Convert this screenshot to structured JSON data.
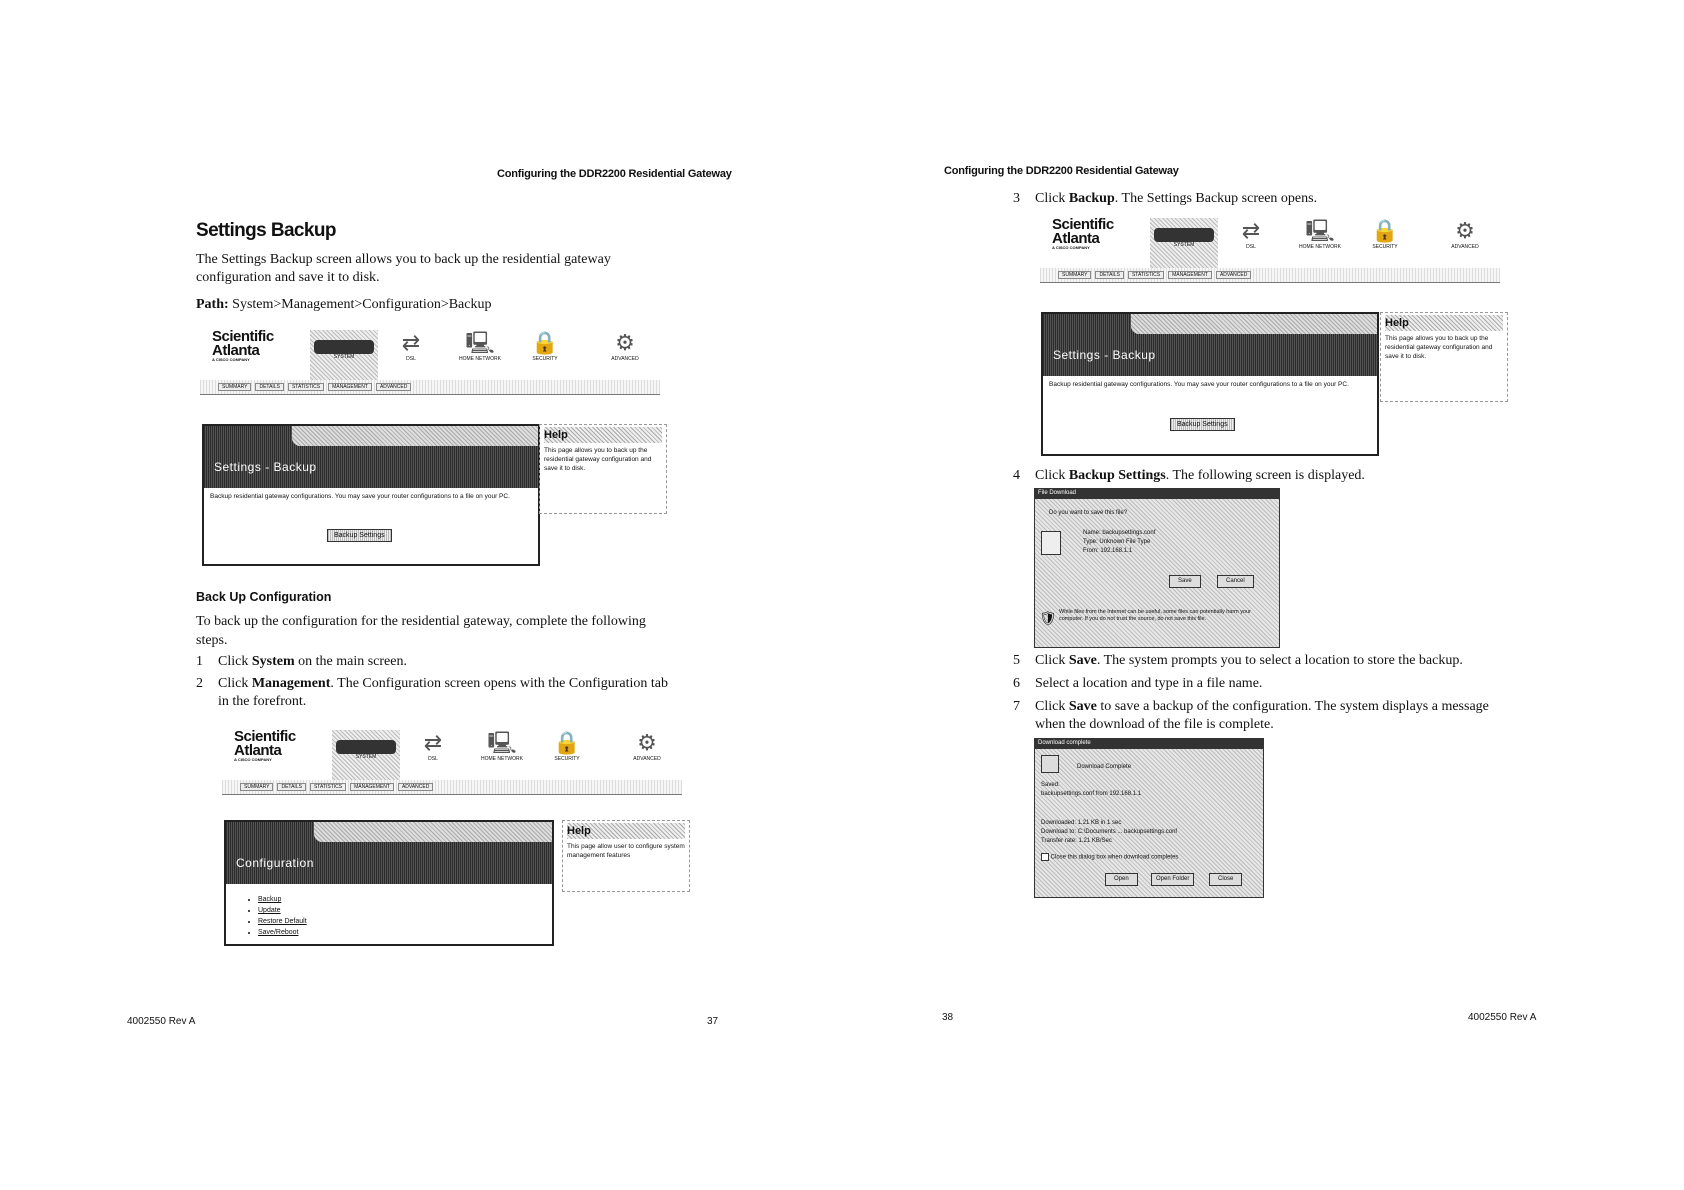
{
  "left_page": {
    "header": "Configuring the DDR2200 Residential Gateway",
    "title": "Settings Backup",
    "intro_line1": "The Settings Backup screen allows you to back up the residential gateway",
    "intro_line2": "configuration and save it to disk.",
    "path_label": "Path:",
    "path_value": "System>Management>Configuration>Backup",
    "subhead": "Back Up Configuration",
    "para_line1": "To back up the configuration for the residential gateway, complete the following",
    "para_line2": "steps.",
    "steps": [
      {
        "num": "1",
        "pre": "Click ",
        "bold": "System",
        "post": " on the main screen.",
        "post2": ""
      },
      {
        "num": "2",
        "pre": "Click ",
        "bold": "Management",
        "post": ". The Configuration screen opens with the Configuration tab",
        "post2": "in the forefront."
      }
    ],
    "footer_left": "4002550 Rev A",
    "footer_page": "37"
  },
  "right_page": {
    "header": "Configuring the DDR2200 Residential Gateway",
    "steps": [
      {
        "num": "3",
        "pre": "Click ",
        "bold": "Backup",
        "post": ". The Settings Backup screen opens.",
        "post2": ""
      },
      {
        "num": "4",
        "pre": "Click ",
        "bold": "Backup Settings",
        "post": ". The following screen is displayed.",
        "post2": ""
      },
      {
        "num": "5",
        "pre": "Click ",
        "bold": "Save",
        "post": ". The system prompts you to select a location to store the backup.",
        "post2": ""
      },
      {
        "num": "6",
        "pre": "Select a location and type in a file name.",
        "bold": "",
        "post": "",
        "post2": ""
      },
      {
        "num": "7",
        "pre": "Click ",
        "bold": "Save",
        "post": " to save a backup of the configuration. The system displays a message",
        "post2": "when the download of the file is complete."
      }
    ],
    "footer_page": "38",
    "footer_right": "4002550 Rev A"
  },
  "ui": {
    "logo_line1": "Scientific",
    "logo_line2": "Atlanta",
    "logo_tag": "A CISCO COMPANY",
    "nav": [
      "SYSTEM",
      "DSL",
      "HOME NETWORK",
      "SECURITY",
      "ADVANCED"
    ],
    "subtabs": [
      "SUMMARY",
      "DETAILS",
      "STATISTICS",
      "MANAGEMENT",
      "ADVANCED"
    ],
    "backup_panel_title": "Settings - Backup",
    "backup_panel_text": "Backup residential gateway configurations. You may save your router configurations to a file on your PC.",
    "backup_button": "Backup Settings",
    "help_label": "Help",
    "backup_help": "This page allows you to back up the residential gateway configuration and save it to disk.",
    "config_panel_title": "Configuration",
    "config_items": [
      "Backup",
      "Update",
      "Restore Default",
      "Save/Reboot"
    ],
    "config_help": "This page allow user to configure system management features",
    "file_download_title": "File Download",
    "file_download_q": "Do you want to save this file?",
    "file_name_label": "Name:",
    "file_name": "backupsettings.conf",
    "file_type_label": "Type:",
    "file_type": "Unknown File Type",
    "file_from_label": "From:",
    "file_from": "192.168.1.1",
    "save_btn": "Save",
    "cancel_btn": "Cancel",
    "warn_text": "While files from the Internet can be useful, some files can potentially harm your computer. If you do not trust the source, do not save this file.",
    "dl_complete_title": "Download complete",
    "dl_complete_head": "Download Complete",
    "saved_label": "Saved:",
    "saved_value": "backupsettings.conf from 192.168.1.1",
    "downloaded_label": "Downloaded:",
    "downloaded_value": "1.21 KB in 1 sec",
    "download_to_label": "Download to:",
    "download_to_value": "C:\\Documents ... backupsettings.conf",
    "rate_label": "Transfer rate:",
    "rate_value": "1.21 KB/Sec",
    "close_check": "Close this dialog box when download completes",
    "open_btn": "Open",
    "open_folder_btn": "Open Folder",
    "close_btn": "Close"
  }
}
